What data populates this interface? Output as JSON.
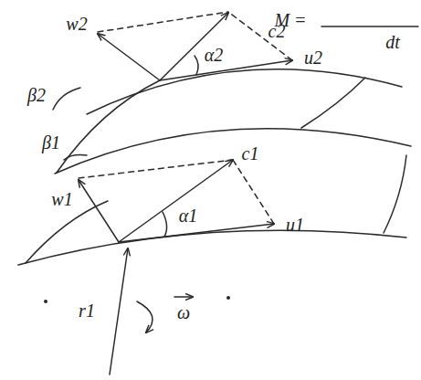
{
  "diagram": {
    "labels": [
      "M =",
      "dt",
      "w2",
      "β2",
      "c2",
      "α2",
      "u2",
      "β1",
      "w1",
      "c1",
      "α1",
      "u1",
      "r1",
      "ω"
    ]
  }
}
